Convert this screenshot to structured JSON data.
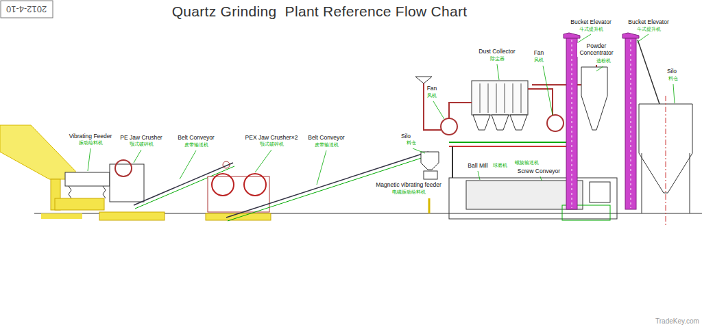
{
  "diagram": {
    "title": "Quartz Grinding  Plant Reference Flow Chart",
    "labels": [
      "2012-4-10",
      "Vibrating Feeder",
      "振动给料机",
      "PE Jaw Crusher",
      "颚式破碎机",
      "Belt Conveyor",
      "皮带输送机",
      "PEX Jaw Crusher×2",
      "颚式破碎机",
      "Belt Conveyor",
      "皮带输送机",
      "Silo",
      "料仓",
      "Magnetic vibrating feeder",
      "电磁振动给料机",
      "Fan",
      "风机",
      "Dust Collector",
      "除尘器",
      "Fan",
      "风机",
      "Bucket Elevator",
      "斗式提升机",
      "Powder Concentrator",
      "选粉机",
      "Bucket Elevator",
      "斗式提升机",
      "Silo",
      "料仓",
      "Ball Mill",
      "球磨机",
      "螺旋输送机",
      "Screw Conveyor",
      "TradeKey.com"
    ]
  }
}
